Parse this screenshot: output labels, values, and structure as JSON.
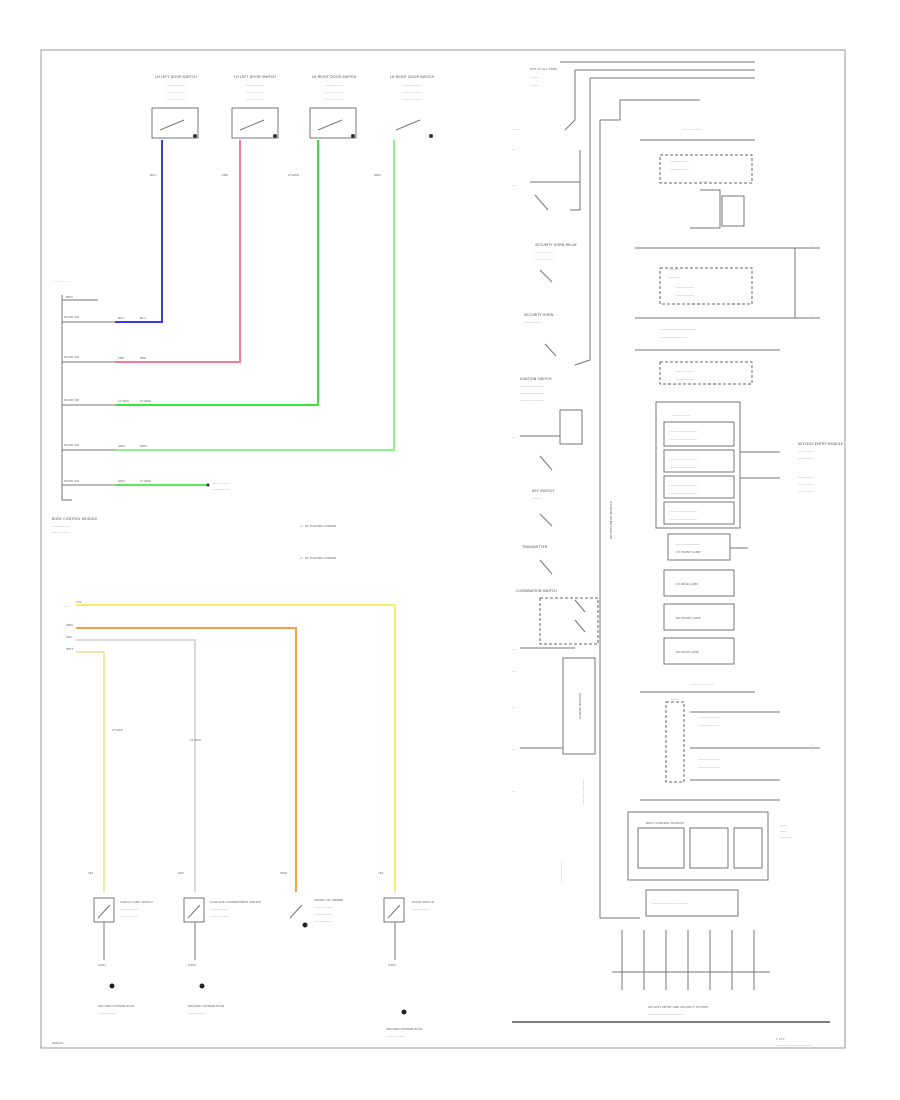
{
  "door_switches": [
    {
      "label": "LH LEFT DOOR SWITCH",
      "wire": "BLU"
    },
    {
      "label": "LH LEFT DOOR SWITCH",
      "wire": "PNK"
    },
    {
      "label": "LH RIGHT DOOR SWITCH",
      "wire": "LT GRN"
    },
    {
      "label": "LH RIGHT DOOR SWITCH",
      "wire": "GRN"
    }
  ],
  "bcm_label": "BODY CONTROL MODULE",
  "bcm_pins": [
    "DOOR SW",
    "DOOR SW",
    "DOOR SW",
    "DOOR SW",
    "DOOR SW"
  ],
  "bcm_wire_tags": [
    {
      "left": "BLU",
      "right": "BLU"
    },
    {
      "left": "PNK",
      "right": "PNK"
    },
    {
      "left": "LT GRN",
      "right": "LT GRN"
    },
    {
      "left": "GRN",
      "right": "GRN"
    },
    {
      "left": "GRN",
      "right": "LT GRN"
    }
  ],
  "notes": [
    "1 : W/ FOLDING MIRROR",
    "2 : W/ FOLDING MIRROR"
  ],
  "lower_switches": [
    {
      "label": "CARGO LAMP SWITCH",
      "wire": "YEL",
      "ground": "G301"
    },
    {
      "label": "LUGGAGE COMPARTMENT SWITCH",
      "wire": "GRY",
      "ground": "G302"
    },
    {
      "label": "TRUNK LID OPENER",
      "wire": "ORN",
      "ground": ""
    },
    {
      "label": "HOOD SWITCH",
      "wire": "YEL",
      "ground": "G401"
    }
  ],
  "lower_wire_tags": [
    "YEL",
    "ORN",
    "GRY",
    "WHT"
  ],
  "lower_branch_tags": [
    "LT GRN",
    "LT GRN"
  ],
  "ground_labels": [
    "GROUND DISTRIBUTION",
    "GROUND DISTRIBUTION",
    "GROUND DISTRIBUTION"
  ],
  "right_labels": {
    "top_supply": "HOT AT ALL TIMES",
    "security_relay": "SECURITY HORN RELAY",
    "security_horn": "SECURITY HORN",
    "ignition_switch": "IGNITION SWITCH",
    "key_switch": "KEY SWITCH",
    "transmitter": "TRANSMITTER",
    "combination_switch": "COMBINATION SWITCH",
    "module": "KEYLESS ENTRY MODULE",
    "hazard": "HAZARD SWITCH",
    "turn_lamps": [
      "LH FRONT LAMP",
      "LH REAR LAMP",
      "RH FRONT LAMP",
      "RH REAR LAMP"
    ],
    "bottom_block": "BODY CONTROL MODULE",
    "bottom_caption": "KEYLESS ENTRY AND SECURITY SYSTEM"
  },
  "page_number": "1 of 2",
  "page_id": "W/DIAG"
}
